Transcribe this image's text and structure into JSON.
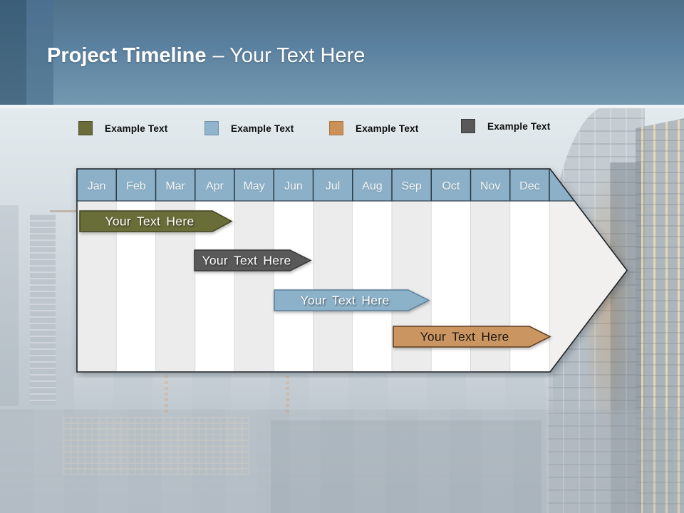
{
  "slide": {
    "title": {
      "bold": "Project Timeline",
      "rest": "– Your Text Here"
    }
  },
  "legend": {
    "items": [
      {
        "label": "Example Text",
        "color": "#6a6d39",
        "border": "#4c4f24"
      },
      {
        "label": "Example Text",
        "color": "#8fb4cc",
        "border": "#6b92ab"
      },
      {
        "label": "Example Text",
        "color": "#cc9157",
        "border": "#a8763c"
      },
      {
        "label": "Example Text",
        "color": "#595959",
        "border": "#3d3d3d"
      }
    ]
  },
  "timeline": {
    "months": [
      "Jan",
      "Feb",
      "Mar",
      "Apr",
      "May",
      "Jun",
      "Jul",
      "Aug",
      "Sep",
      "Oct",
      "Nov",
      "Dec"
    ],
    "header_color": "#8cb0c7",
    "bars": [
      {
        "label": "Your Text Here",
        "color": "#696d38",
        "border": "#41451f",
        "text_color": "#ffffff",
        "start": "Jan",
        "end": "Apr"
      },
      {
        "label": "Your Text Here",
        "color": "#595959",
        "border": "#373737",
        "text_color": "#ffffff",
        "start": "Apr",
        "end": "Jun"
      },
      {
        "label": "Your Text Here",
        "color": "#8cb2ca",
        "border": "#5a7f99",
        "text_color": "#ffffff",
        "start": "Jun",
        "end": "Sep"
      },
      {
        "label": "Your Text Here",
        "color": "#ca9560",
        "border": "#5f3f1f",
        "text_color": "#1f1206",
        "start": "Sep",
        "end": "Dec"
      }
    ]
  },
  "chart_data": {
    "type": "bar",
    "subtype": "gantt-timeline",
    "title": "Project Timeline – Your Text Here",
    "categories": [
      "Jan",
      "Feb",
      "Mar",
      "Apr",
      "May",
      "Jun",
      "Jul",
      "Aug",
      "Sep",
      "Oct",
      "Nov",
      "Dec"
    ],
    "series": [
      {
        "name": "Your Text Here",
        "row": 1,
        "start": "Jan",
        "end": "Apr",
        "color": "#696d38"
      },
      {
        "name": "Your Text Here",
        "row": 2,
        "start": "Apr",
        "end": "Jun",
        "color": "#595959"
      },
      {
        "name": "Your Text Here",
        "row": 3,
        "start": "Jun",
        "end": "Sep",
        "color": "#8cb2ca"
      },
      {
        "name": "Your Text Here",
        "row": 4,
        "start": "Sep",
        "end": "Dec",
        "color": "#ca9560"
      }
    ],
    "legend": [
      "Example Text",
      "Example Text",
      "Example Text",
      "Example Text"
    ],
    "legend_position": "top",
    "grid": "vertical-month-stripes"
  }
}
